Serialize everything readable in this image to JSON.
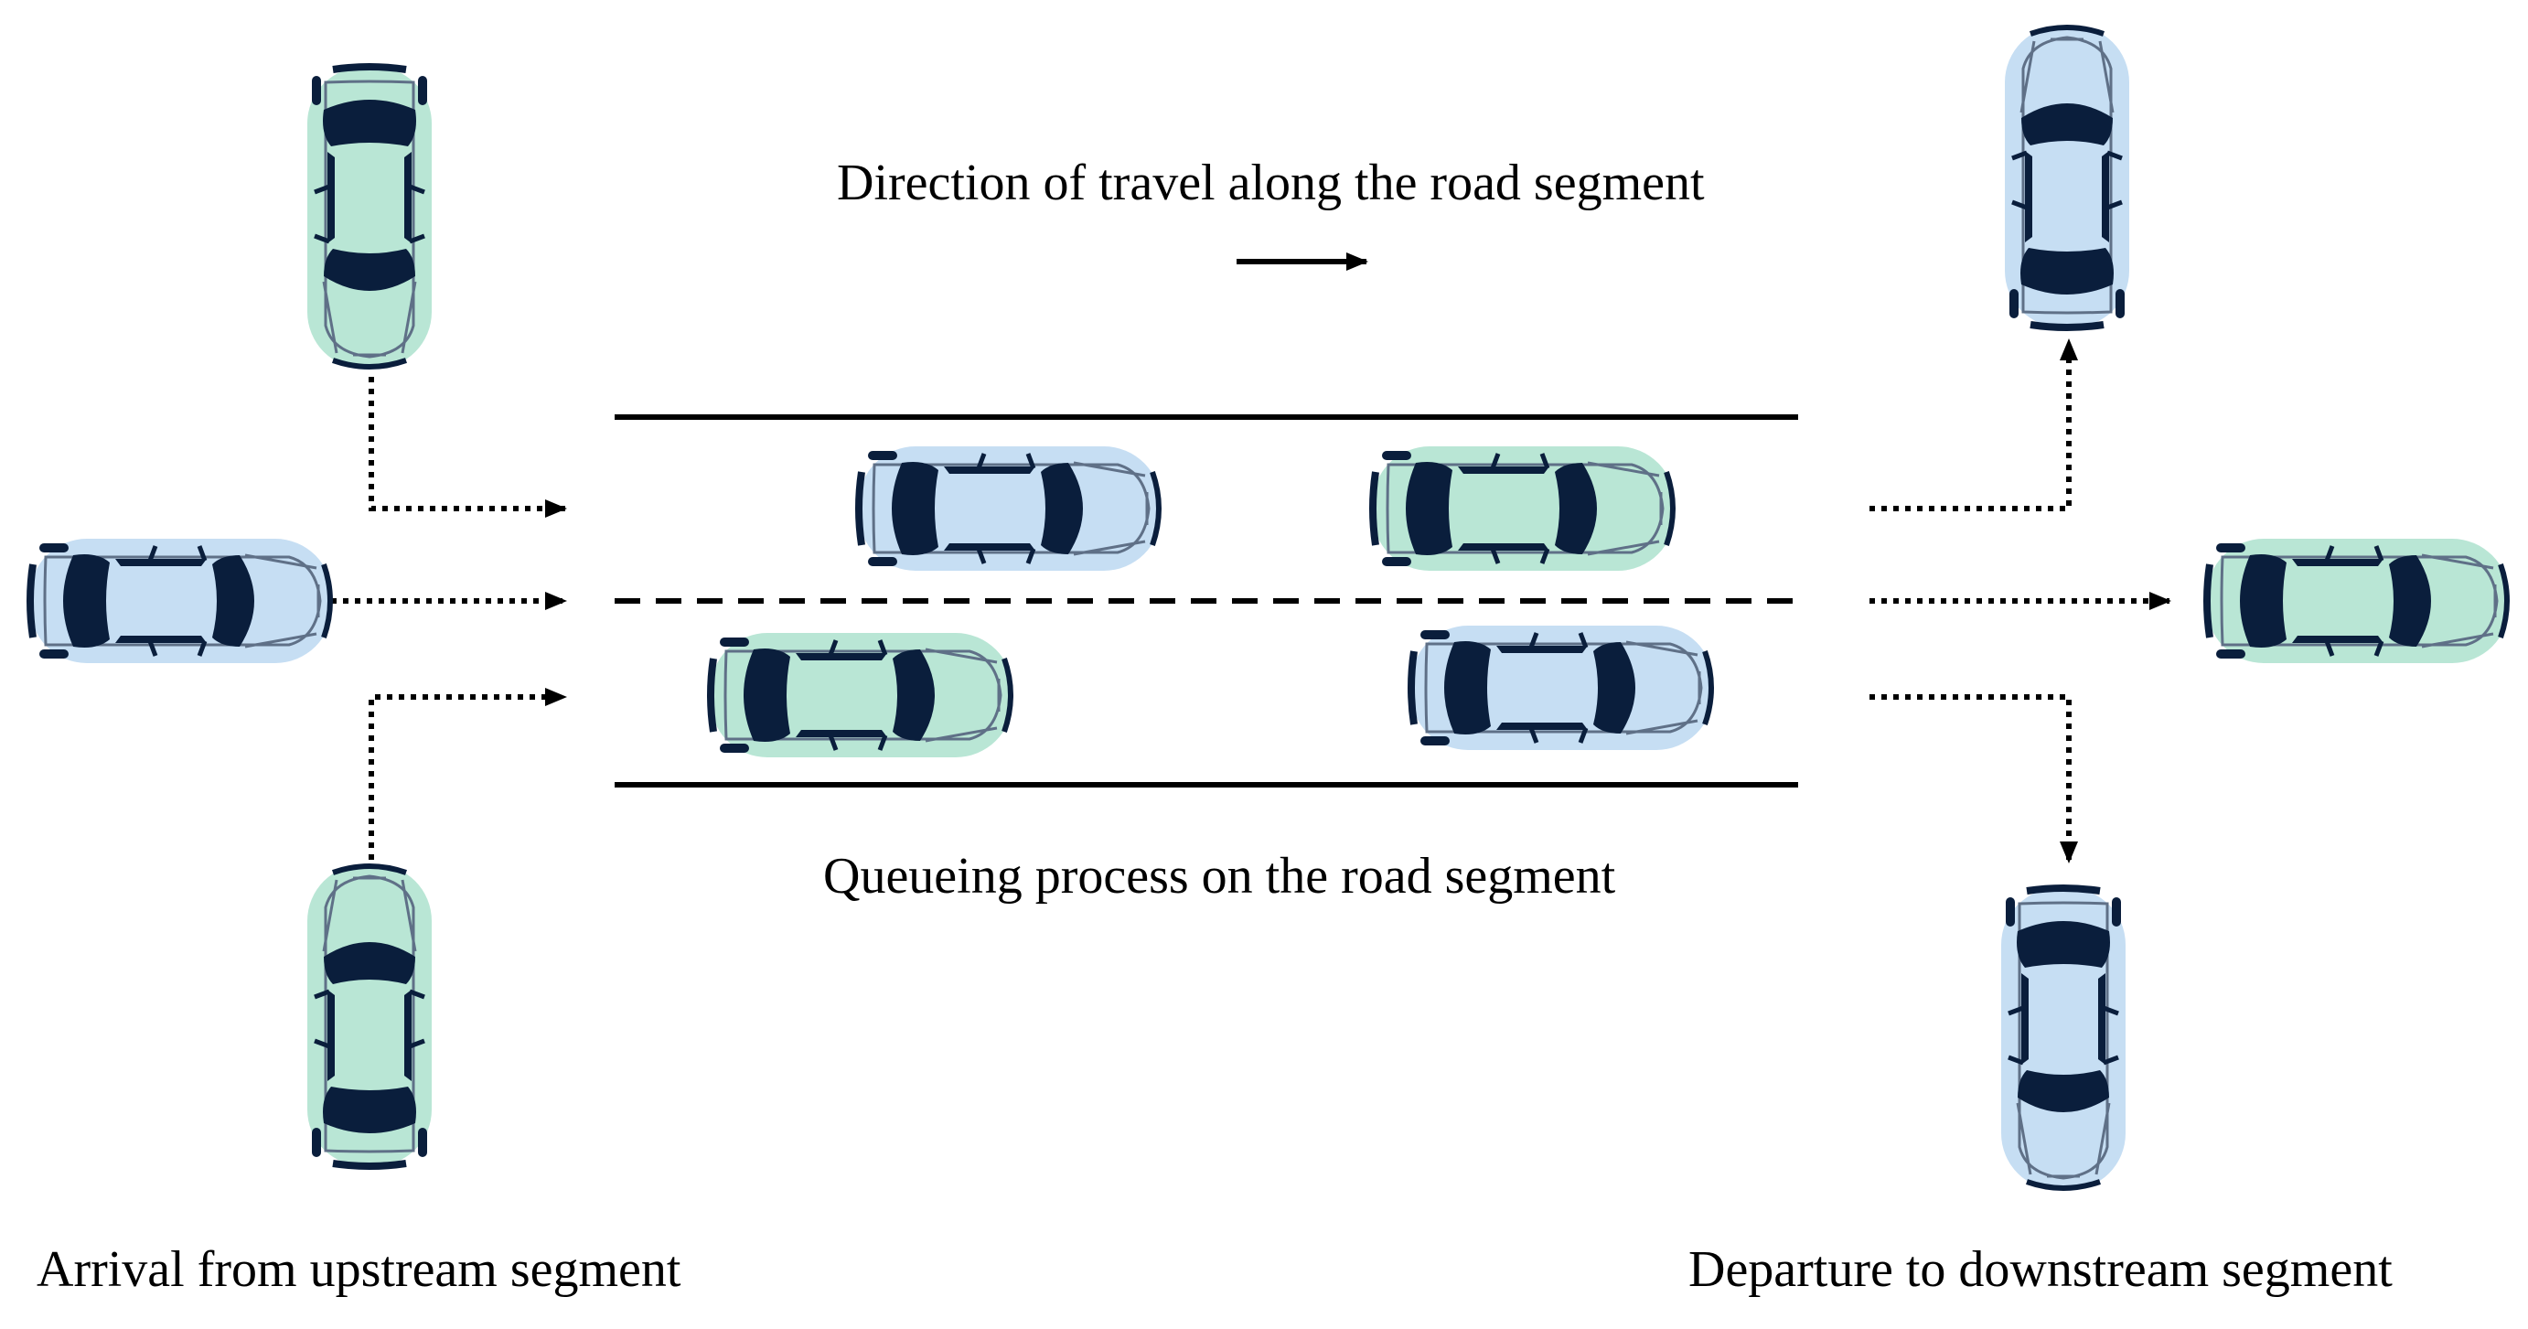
{
  "labels": {
    "direction": "Direction of travel along the road segment",
    "queue": "Queueing process on the road segment",
    "arrival": "Arrival from upstream segment",
    "departure": "Departure to downstream segment"
  },
  "colors": {
    "green_body": "#b9e6d5",
    "blue_body": "#c6def3",
    "glass": "#0a1e3c",
    "line": "#000000",
    "outline": "#5f7087"
  },
  "vehicles": [
    {
      "color": "green",
      "orientation": "vertical",
      "role": "upstream-top"
    },
    {
      "color": "blue",
      "orientation": "horizontal",
      "role": "upstream-middle"
    },
    {
      "color": "green",
      "orientation": "vertical",
      "role": "upstream-bottom"
    },
    {
      "color": "blue",
      "orientation": "horizontal",
      "role": "queue-top-lane"
    },
    {
      "color": "green",
      "orientation": "horizontal",
      "role": "queue-top-lane"
    },
    {
      "color": "green",
      "orientation": "horizontal",
      "role": "queue-bottom-lane"
    },
    {
      "color": "blue",
      "orientation": "horizontal",
      "role": "queue-bottom-lane"
    },
    {
      "color": "blue",
      "orientation": "vertical",
      "role": "downstream-top"
    },
    {
      "color": "green",
      "orientation": "horizontal",
      "role": "downstream-middle"
    },
    {
      "color": "blue",
      "orientation": "vertical",
      "role": "downstream-bottom"
    }
  ]
}
